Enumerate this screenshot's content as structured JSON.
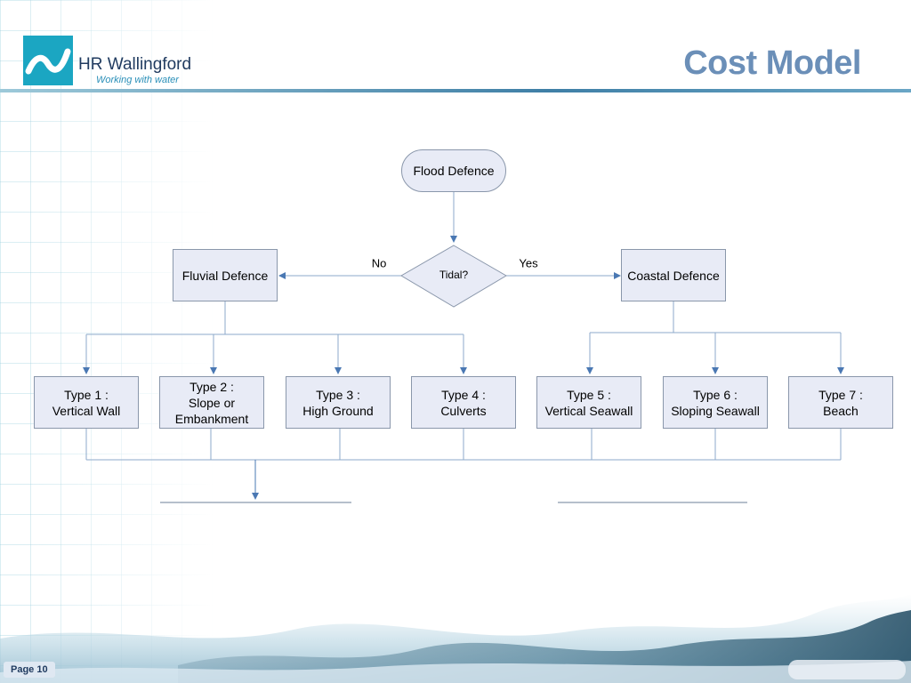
{
  "brand": {
    "name": "HR Wallingford",
    "tagline": "Working with water",
    "accent": "#1ba6c2",
    "title_color": "#6b8fb8"
  },
  "slide": {
    "title": "Cost Model",
    "page_label": "Page 10"
  },
  "flow": {
    "root": "Flood Defence",
    "decision": "Tidal?",
    "no_label": "No",
    "yes_label": "Yes",
    "left_branch": "Fluvial Defence",
    "right_branch": "Coastal Defence",
    "types": [
      {
        "label": "Type 1 :\nVertical Wall"
      },
      {
        "label": "Type 2 :\nSlope or\nEmbankment"
      },
      {
        "label": "Type 3 :\nHigh Ground"
      },
      {
        "label": "Type 4 :\nCulverts"
      },
      {
        "label": "Type 5 :\nVertical Seawall"
      },
      {
        "label": "Type 6 :\nSloping Seawall"
      },
      {
        "label": "Type 7 :\nBeach"
      }
    ]
  }
}
